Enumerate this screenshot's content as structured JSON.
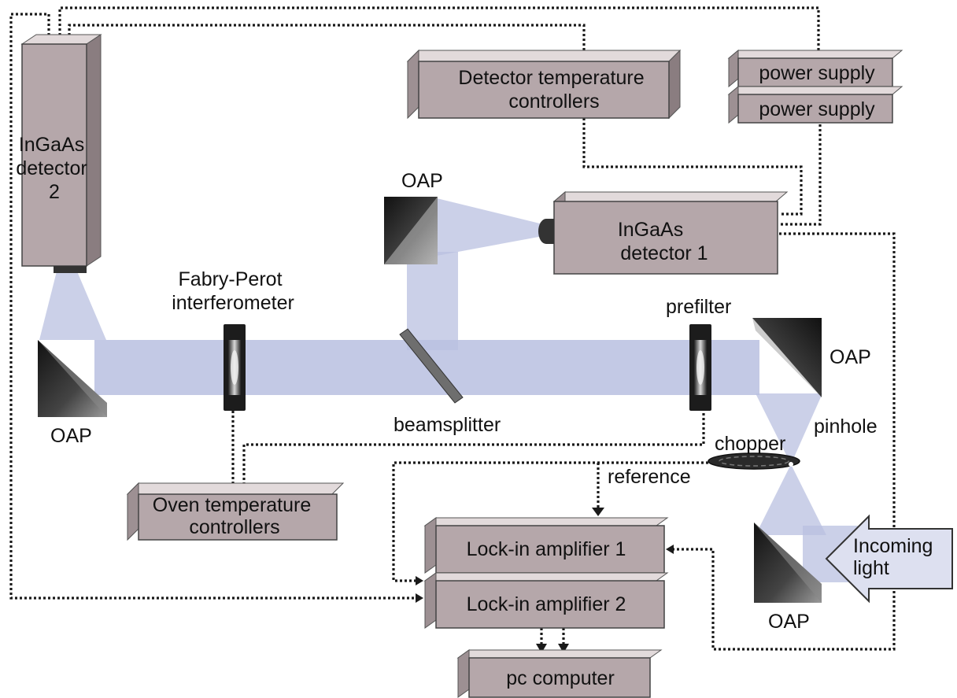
{
  "colors": {
    "box_front": "#b5a7aa",
    "box_top": "#e2dadb",
    "box_side": "#8a7d80",
    "beam": "#b9c0e0",
    "wire": "#1a1a1a"
  },
  "components": {
    "detector2": "InGaAs detector 2",
    "detector2_lines": [
      "InGaAs",
      "detector",
      "2"
    ],
    "detector1_lines": [
      "InGaAs",
      "detector 1"
    ],
    "det_temp_lines": [
      "Detector temperature",
      "controllers"
    ],
    "power_supply_1": "power supply",
    "power_supply_2": "power supply",
    "oven_temp_lines": [
      "Oven temperature",
      "controllers"
    ],
    "lockin_1": "Lock-in amplifier 1",
    "lockin_2": "Lock-in amplifier 2",
    "pc": "pc computer"
  },
  "labels": {
    "oap_top": "OAP",
    "oap_left": "OAP",
    "oap_right": "OAP",
    "oap_bottom": "OAP",
    "fabry_perot_lines": [
      "Fabry-Perot",
      "interferometer"
    ],
    "beamsplitter": "beamsplitter",
    "prefilter": "prefilter",
    "chopper": "chopper",
    "pinhole": "pinhole",
    "reference": "reference",
    "incoming_light_lines": [
      "Incoming",
      "light"
    ]
  }
}
